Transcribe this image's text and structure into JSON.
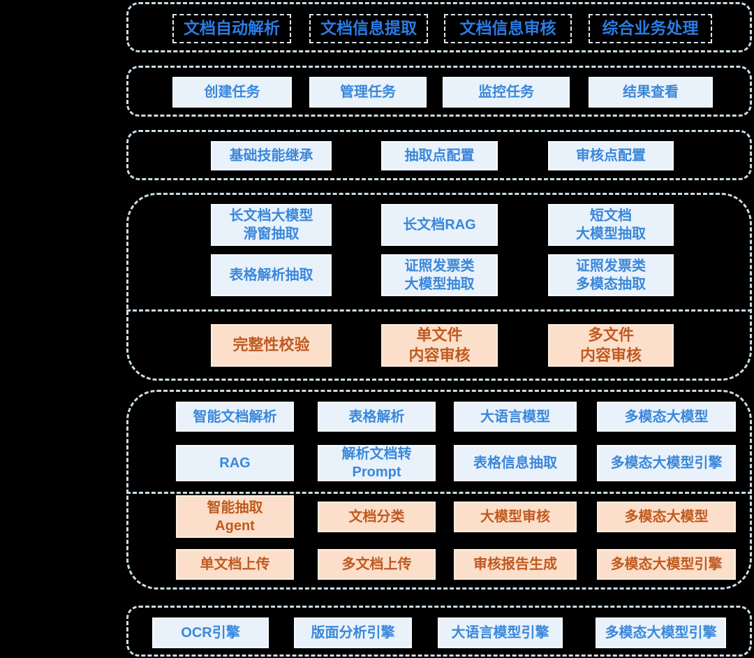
{
  "colors": {
    "bg": "#000000",
    "layer_border": "#cbdce5",
    "chip_border": "#dfe9ef",
    "chip_text": "#2b7ce4",
    "node_blue_bg": "#e9f2fb",
    "node_blue_border": "#f7fafd",
    "node_blue_text": "#3a87da",
    "node_orange_bg": "#fcdfca",
    "node_orange_border": "#fdeee1",
    "node_orange_text": "#c05a20"
  },
  "layers": {
    "business": {
      "items": [
        "文档自动解析",
        "文档信息提取",
        "文档信息审核",
        "综合业务处理"
      ]
    },
    "task": {
      "items": [
        "创建任务",
        "管理任务",
        "监控任务",
        "结果查看"
      ]
    },
    "config": {
      "items": [
        "基础技能继承",
        "抽取点配置",
        "审核点配置"
      ]
    },
    "capability": {
      "row1": [
        "长文档大模型\n滑窗抽取",
        "长文档RAG",
        "短文档\n大模型抽取"
      ],
      "row2": [
        "表格解析抽取",
        "证照发票类\n大模型抽取",
        "证照发票类\n多模态抽取"
      ],
      "audit_row": [
        "完整性校验",
        "单文件\n内容审核",
        "多文件\n内容审核"
      ]
    },
    "atomic": {
      "row1": [
        "智能文档解析",
        "表格解析",
        "大语言模型",
        "多模态大模型"
      ],
      "row2": [
        "RAG",
        "解析文档转\nPrompt",
        "表格信息抽取",
        "多模态大模型引擎"
      ],
      "row3": [
        "智能抽取\nAgent",
        "文档分类",
        "大模型审核",
        "多模态大模型"
      ],
      "row4": [
        "单文档上传",
        "多文档上传",
        "审核报告生成",
        "多模态大模型引擎"
      ]
    },
    "engine": {
      "items": [
        "OCR引擎",
        "版面分析引擎",
        "大语言模型引擎",
        "多模态大模型引擎"
      ]
    }
  }
}
